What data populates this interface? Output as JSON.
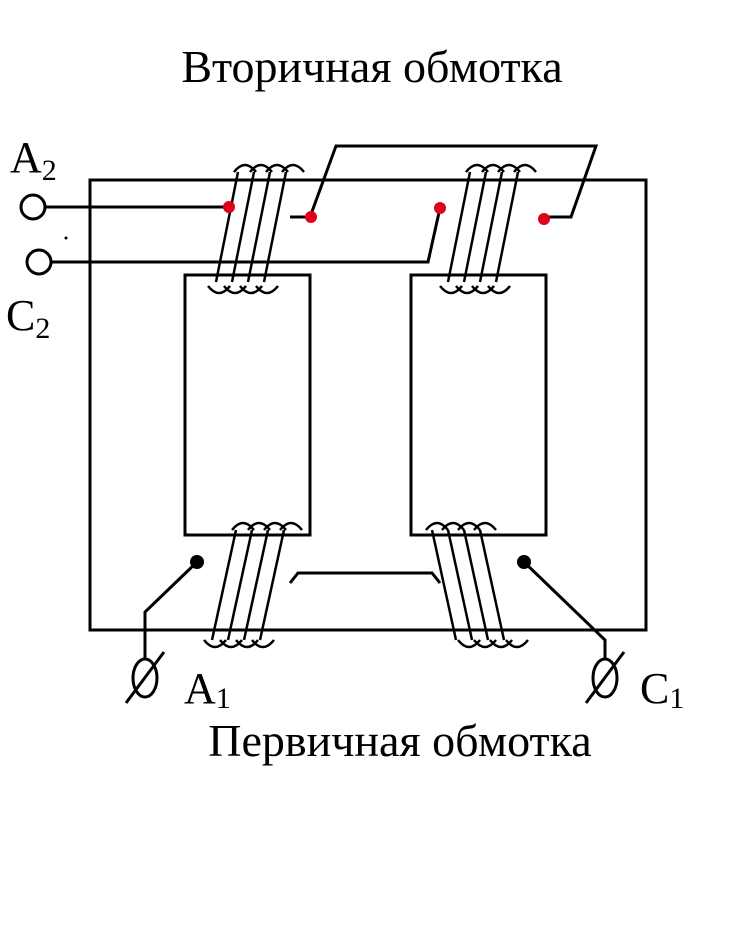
{
  "diagram": {
    "secondary_winding_label": "Вторичная обмотка",
    "primary_winding_label": "Первичная обмотка",
    "terminals": {
      "a2": {
        "letter": "A",
        "subscript": "2"
      },
      "c2": {
        "letter": "C",
        "subscript": "2"
      },
      "a1": {
        "letter": "A",
        "subscript": "1"
      },
      "c1": {
        "letter": "C",
        "subscript": "1"
      }
    },
    "colors": {
      "line": "#000000",
      "secondary_connection_dot": "#e0001a",
      "primary_connection_dot": "#000000",
      "background": "#ffffff"
    }
  }
}
